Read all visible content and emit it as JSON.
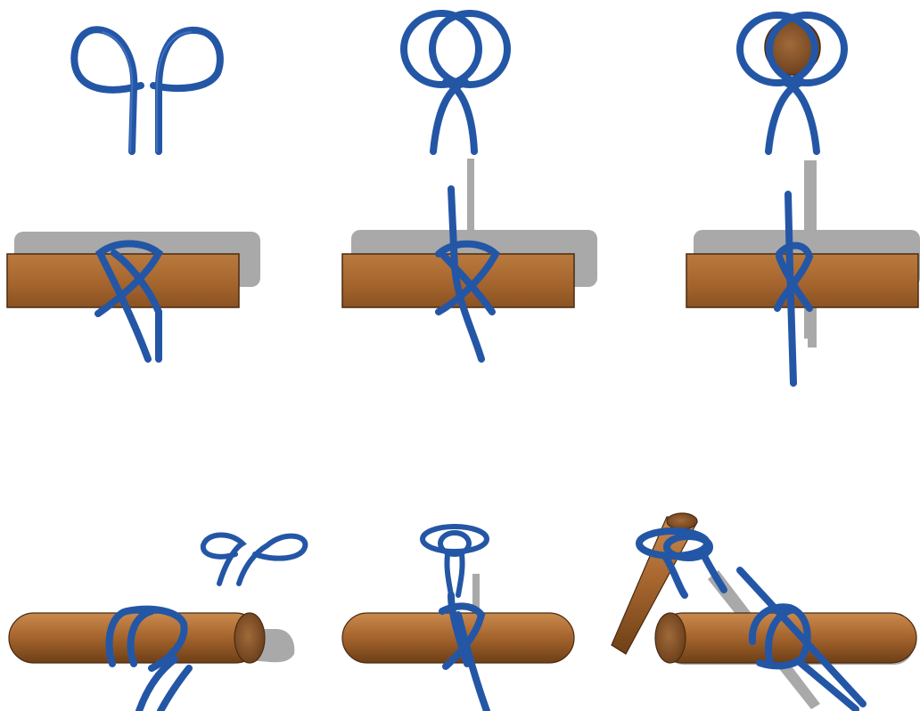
{
  "diagram": {
    "subject": "clove-hitch",
    "panel_count": 9,
    "colors": {
      "rope": "#2456a6",
      "rope_dark": "#163c7a",
      "rope_light": "#4d7ccc",
      "wood": "#a8672f",
      "wood_dark": "#6e3f17",
      "wood_light": "#c98a4e",
      "shadow": "#a9a9a9",
      "background": "#ffffff"
    },
    "panels": [
      {
        "step": 1,
        "content": "two-loops"
      },
      {
        "step": 2,
        "content": "overlapped-loops"
      },
      {
        "step": 3,
        "content": "loops-on-post-end"
      },
      {
        "step": 4,
        "content": "rope-crossing-plank"
      },
      {
        "step": 5,
        "content": "rope-wrapping-plank"
      },
      {
        "step": 6,
        "content": "hitch-tightened-on-plank"
      },
      {
        "step": 7,
        "content": "loops-over-log"
      },
      {
        "step": 8,
        "content": "stacked-loops-over-log"
      },
      {
        "step": 9,
        "content": "hitch-on-pole-and-log"
      }
    ]
  }
}
